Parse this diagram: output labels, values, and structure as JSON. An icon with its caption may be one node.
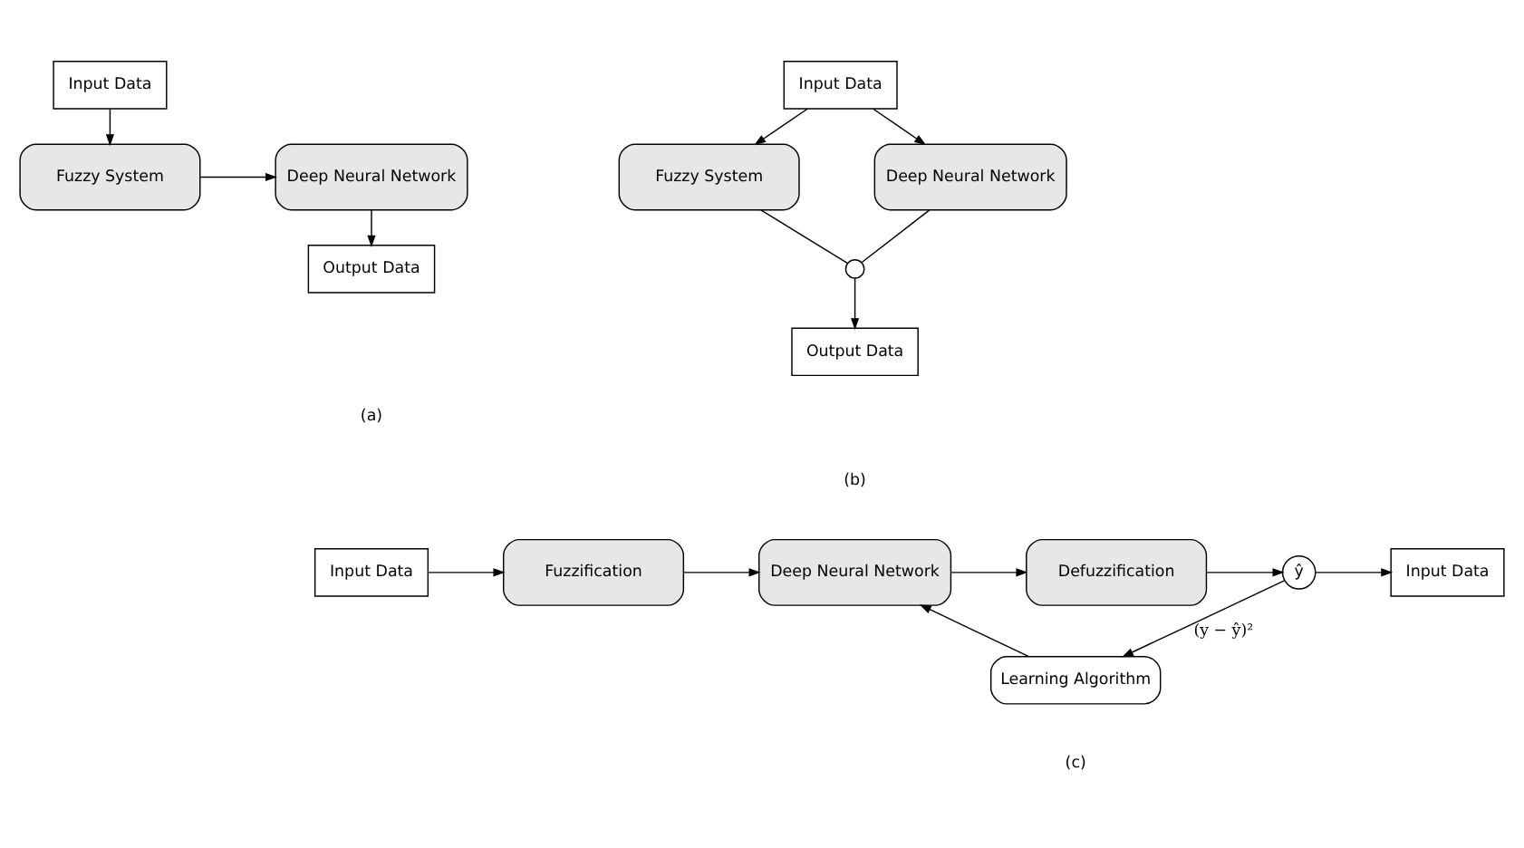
{
  "diagram": {
    "nodes": [
      {
        "text": [
          "Input Data"
        ]
      },
      {
        "text": [
          "Fuzzy System"
        ]
      },
      {
        "text": [
          "Deep Neural Network"
        ]
      },
      {
        "text": [
          "Output Data"
        ]
      },
      {
        "text": [
          "Input Data"
        ]
      },
      {
        "text": [
          "Fuzzy System"
        ]
      },
      {
        "text": [
          "Deep Neural Network"
        ]
      },
      {
        "text": [],
        "shape": "circle"
      },
      {
        "text": [
          "Output Data"
        ]
      },
      {
        "text": [
          "Input Data"
        ]
      },
      {
        "text": [
          "Fuzzification"
        ]
      },
      {
        "text": [
          "Deep Neural Network"
        ]
      },
      {
        "text": [
          "Defuzzification"
        ]
      },
      {
        "text": [
          "ŷ"
        ]
      },
      {
        "text": [
          "Input Data"
        ]
      },
      {
        "text": [
          "Learning Algorithm"
        ]
      }
    ],
    "edges": [
      {
        "from": 0,
        "to": 1,
        "arrow": "to"
      },
      {
        "from": 1,
        "to": 2,
        "arrow": "to"
      },
      {
        "from": 2,
        "to": 3,
        "arrow": "to"
      },
      {
        "from": 4,
        "to": 5,
        "arrow": "to"
      },
      {
        "from": 4,
        "to": 6,
        "arrow": "to"
      },
      {
        "from": 5,
        "to": 7,
        "arrow": "none"
      },
      {
        "from": 6,
        "to": 7,
        "arrow": "none"
      },
      {
        "from": 7,
        "to": 8,
        "arrow": "to"
      },
      {
        "from": 9,
        "to": 10,
        "arrow": "to"
      },
      {
        "from": 10,
        "to": 11,
        "arrow": "to"
      },
      {
        "from": 11,
        "to": 12,
        "arrow": "to"
      },
      {
        "from": 12,
        "to": 13,
        "arrow": "to"
      },
      {
        "from": 13,
        "to": 14,
        "arrow": "to"
      },
      {
        "from": 13,
        "to": 15,
        "arrow": "to",
        "label": "(y − ŷ)²"
      },
      {
        "from": 15,
        "to": 11,
        "arrow": "to"
      }
    ],
    "labels": [
      "(a)",
      "(b)",
      "(c)"
    ]
  }
}
